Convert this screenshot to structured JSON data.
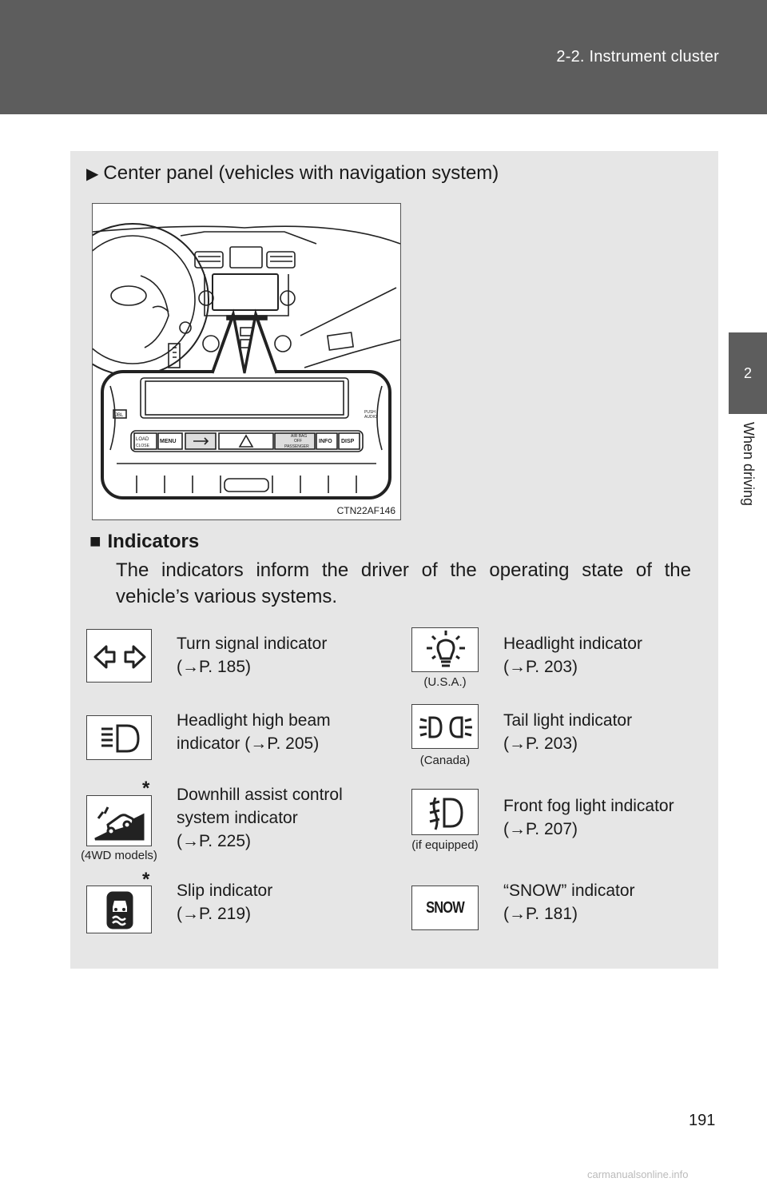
{
  "header": {
    "section": "2-2. Instrument cluster"
  },
  "side_tab": {
    "number": "2",
    "label": "When driving"
  },
  "subhead": {
    "arrow": "▶",
    "text": "Center panel (vehicles with navigation system)"
  },
  "figure": {
    "code": "CTN22AF146"
  },
  "indicators_section": {
    "bullet": "■",
    "title": "Indicators",
    "description": "The indicators inform the driver of the operating state of the vehicle’s various systems."
  },
  "indicators": [
    {
      "icon": "turn-signal-icon",
      "line1": "Turn signal indicator",
      "line2": "(→P. 185)",
      "line3": "",
      "caption": "",
      "star": ""
    },
    {
      "icon": "headlight-icon",
      "line1": "Headlight indicator",
      "line2": "(→P. 203)",
      "line3": "",
      "caption": "(U.S.A.)",
      "star": ""
    },
    {
      "icon": "high-beam-icon",
      "line1": "Headlight high beam",
      "line2": "indicator (→P. 205)",
      "line3": "",
      "caption": "",
      "star": ""
    },
    {
      "icon": "tail-light-icon",
      "line1": "Tail light indicator",
      "line2": "(→P. 203)",
      "line3": "",
      "caption": "(Canada)",
      "star": ""
    },
    {
      "icon": "downhill-assist-icon",
      "line1": "Downhill assist control",
      "line2": "system indicator",
      "line3": "(→P. 225)",
      "caption": "(4WD models)",
      "star": "*"
    },
    {
      "icon": "front-fog-light-icon",
      "line1": "Front fog light indicator",
      "line2": "(→P. 207)",
      "line3": "",
      "caption": "(if equipped)",
      "star": ""
    },
    {
      "icon": "slip-icon",
      "line1": "Slip indicator",
      "line2": "(→P. 219)",
      "line3": "",
      "caption": "",
      "star": "*"
    },
    {
      "icon": "snow-icon",
      "icon_text": "SNOW",
      "line1": "“SNOW” indicator",
      "line2": "(→P. 181)",
      "line3": "",
      "caption": "",
      "star": ""
    }
  ],
  "page_number": "191",
  "watermark": "carmanualsonline.info"
}
